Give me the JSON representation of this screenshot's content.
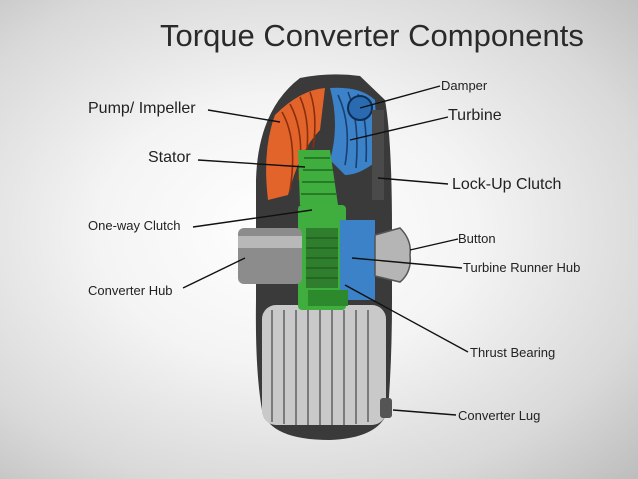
{
  "title": "Torque Converter Components",
  "labels": {
    "pump_impeller": "Pump/ Impeller",
    "stator": "Stator",
    "one_way_clutch": "One-way Clutch",
    "converter_hub": "Converter Hub",
    "damper": "Damper",
    "turbine": "Turbine",
    "lock_up_clutch": "Lock-Up Clutch",
    "button": "Button",
    "turbine_runner_hub": "Turbine Runner Hub",
    "thrust_bearing": "Thrust Bearing",
    "converter_lug": "Converter Lug"
  },
  "colors": {
    "impeller": "#e2642a",
    "turbine": "#3b82c8",
    "stator": "#3fae3f",
    "housing": "#3a3a3a",
    "leader": "#111111"
  }
}
